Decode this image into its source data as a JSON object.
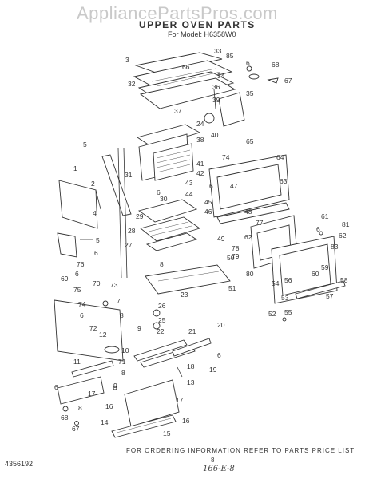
{
  "watermark": "AppliancePartsPros.com",
  "header": {
    "title": "UPPER OVEN PARTS",
    "model_label": "For Model: H6358W0"
  },
  "footer": {
    "note": "FOR ORDERING INFORMATION REFER TO PARTS PRICE LIST",
    "page_number": "8",
    "handwritten": "166-E-8",
    "doc_number": "4356192"
  },
  "callouts": [
    "1",
    "2",
    "3",
    "4",
    "5",
    "6",
    "7",
    "8",
    "9",
    "10",
    "11",
    "12",
    "13",
    "14",
    "15",
    "16",
    "17",
    "18",
    "19",
    "20",
    "21",
    "22",
    "23",
    "24",
    "25",
    "26",
    "27",
    "28",
    "29",
    "30",
    "31",
    "32",
    "33",
    "34",
    "35",
    "36",
    "37",
    "38",
    "39",
    "40",
    "41",
    "42",
    "43",
    "44",
    "45",
    "46",
    "47",
    "48",
    "49",
    "50",
    "51",
    "52",
    "53",
    "54",
    "55",
    "56",
    "57",
    "58",
    "59",
    "60",
    "61",
    "62",
    "63",
    "64",
    "65",
    "66",
    "67",
    "68",
    "69",
    "70",
    "71",
    "72",
    "73",
    "74",
    "75",
    "76",
    "77",
    "78",
    "79",
    "80",
    "81",
    "82",
    "83",
    "84",
    "85"
  ]
}
